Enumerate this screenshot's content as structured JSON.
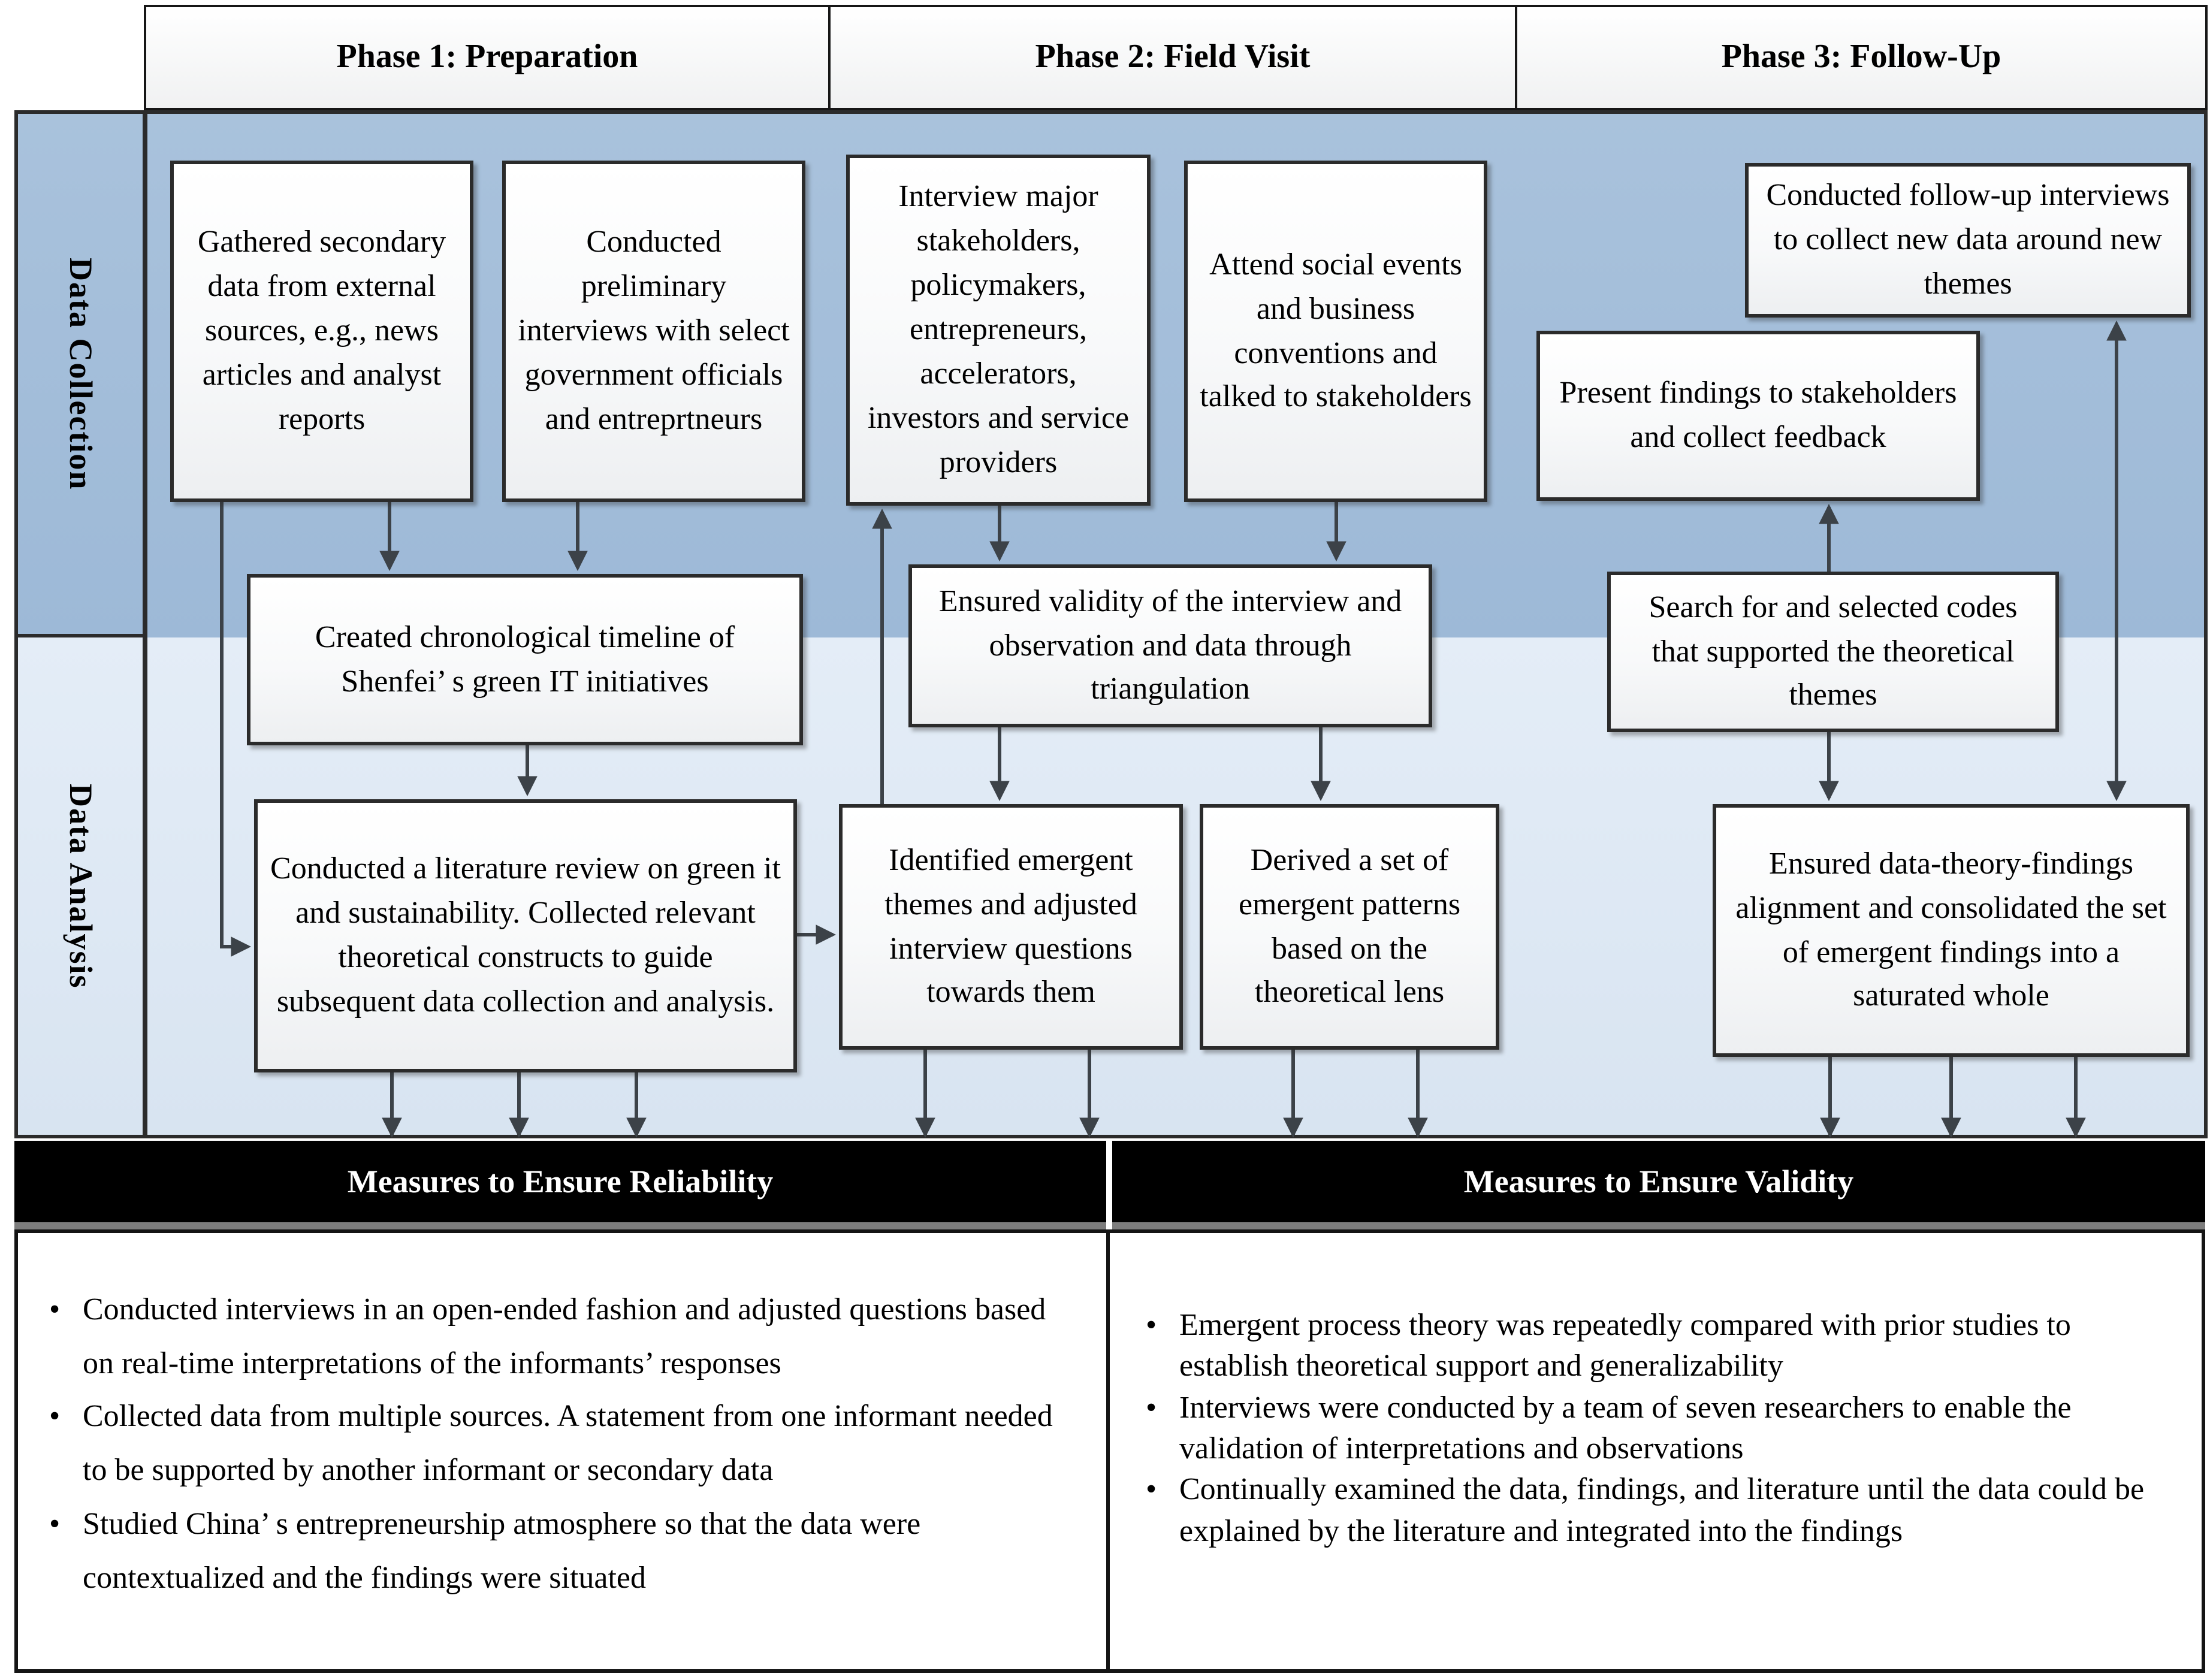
{
  "header": {
    "phases": [
      "Phase 1: Preparation",
      "Phase 2: Field Visit",
      "Phase 3: Follow-Up"
    ]
  },
  "row_labels": {
    "collection": "Data Collection",
    "analysis": "Data Analysis"
  },
  "boxes": {
    "gathered": "Gathered secondary data from external sources, e.g., news articles and analyst reports",
    "preliminary": "Conducted preliminary interviews with select government officials and entreprtneurs",
    "interview_stakeholders": "Interview major stakeholders, policymakers, entrepreneurs, accelerators, investors and service providers",
    "attend_events": "Attend social events and business conventions and talked to stakeholders",
    "followup_interviews": "Conducted follow-up interviews to collect new data around new themes",
    "present_findings": "Present findings to stakeholders and collect feedback",
    "timeline": "Created chronological timeline of Shenfei’ s green IT initiatives",
    "validity_triangulation": "Ensured validity of the interview and observation and data through triangulation",
    "search_codes": "Search for and selected codes that supported the theoretical themes",
    "literature_review": "Conducted a literature review on green it and sustainability. Collected relevant theoretical constructs to guide subsequent data collection and analysis.",
    "emergent_themes": "Identified emergent themes and adjusted interview questions towards them",
    "emergent_patterns": "Derived a set of emergent patterns based on the theoretical lens",
    "alignment": "Ensured data-theory-findings alignment and consolidated the set of emergent findings into a saturated whole"
  },
  "bars": {
    "reliability": "Measures to Ensure Reliability",
    "validity": "Measures to Ensure Validity"
  },
  "reliability_bullets": [
    "Conducted interviews in an open-ended fashion and adjusted questions based on real-time interpretations of the informants’ responses",
    "Collected data from multiple sources. A statement from one informant needed to be supported by another informant or secondary data",
    "Studied China’ s entrepreneurship atmosphere so that the data were contextualized and the findings were situated"
  ],
  "validity_bullets": [
    "Emergent process theory was repeatedly compared with prior studies to establish theoretical support and generalizability",
    "Interviews were conducted by a team of seven researchers to enable the validation of interpretations and observations",
    "Continually examined the data, findings, and literature until the data could be explained by the literature and integrated into the findings"
  ],
  "colors": {
    "band_collection": "#9db9d7",
    "band_collection_light": "#a9c2dc",
    "band_analysis": "#d8e4f1",
    "band_analysis_light": "#e4edf7",
    "bar_background": "#000000",
    "bar_text": "#ffffff",
    "arrow": "#3c4248"
  }
}
